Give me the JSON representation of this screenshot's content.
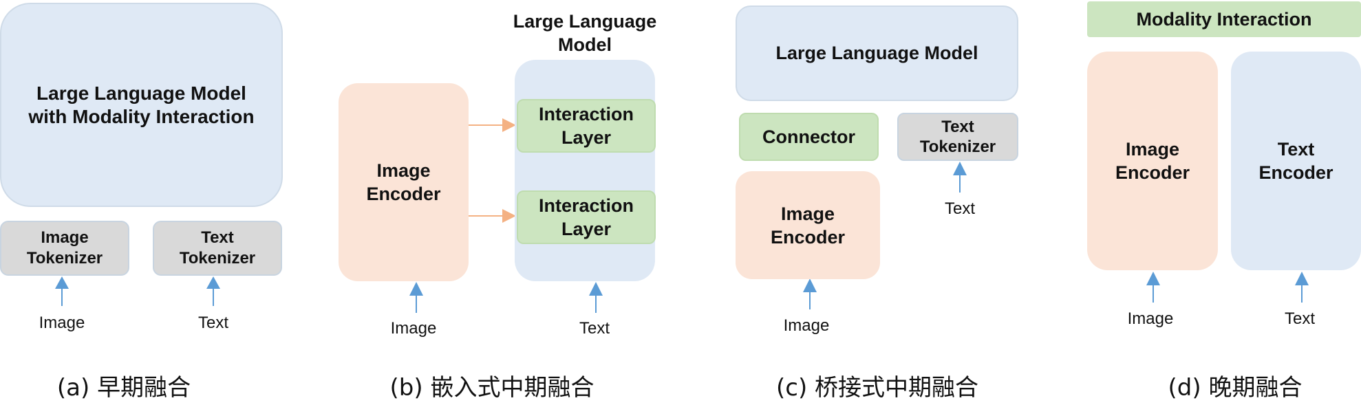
{
  "colors": {
    "llm_fill": "#dfe9f5",
    "tokenizer_fill": "#d9d9d9",
    "encoder_fill": "#fbe4d7",
    "interaction_fill": "#cce5c0",
    "blue_arrow": "#5b9bd5",
    "orange_arrow": "#f4b183"
  },
  "panel_a": {
    "llm": "Large Language Model\nwith Modality Interaction",
    "image_tokenizer": "Image\nTokenizer",
    "text_tokenizer": "Text\nTokenizer",
    "image_label": "Image",
    "text_label": "Text",
    "caption": "(a) 早期融合"
  },
  "panel_b": {
    "llm_title": "Large Language\nModel",
    "image_encoder": "Image\nEncoder",
    "interaction_layer_1": "Interaction\nLayer",
    "interaction_layer_2": "Interaction\nLayer",
    "image_label": "Image",
    "text_label": "Text",
    "caption": "(b) 嵌入式中期融合"
  },
  "panel_c": {
    "llm": "Large Language Model",
    "connector": "Connector",
    "text_tokenizer": "Text\nTokenizer",
    "image_encoder": "Image\nEncoder",
    "image_label": "Image",
    "text_label": "Text",
    "caption": "(c) 桥接式中期融合"
  },
  "panel_d": {
    "modality_interaction": "Modality Interaction",
    "image_encoder": "Image\nEncoder",
    "text_encoder": "Text\nEncoder",
    "image_label": "Image",
    "text_label": "Text",
    "caption": "(d) 晚期融合"
  }
}
